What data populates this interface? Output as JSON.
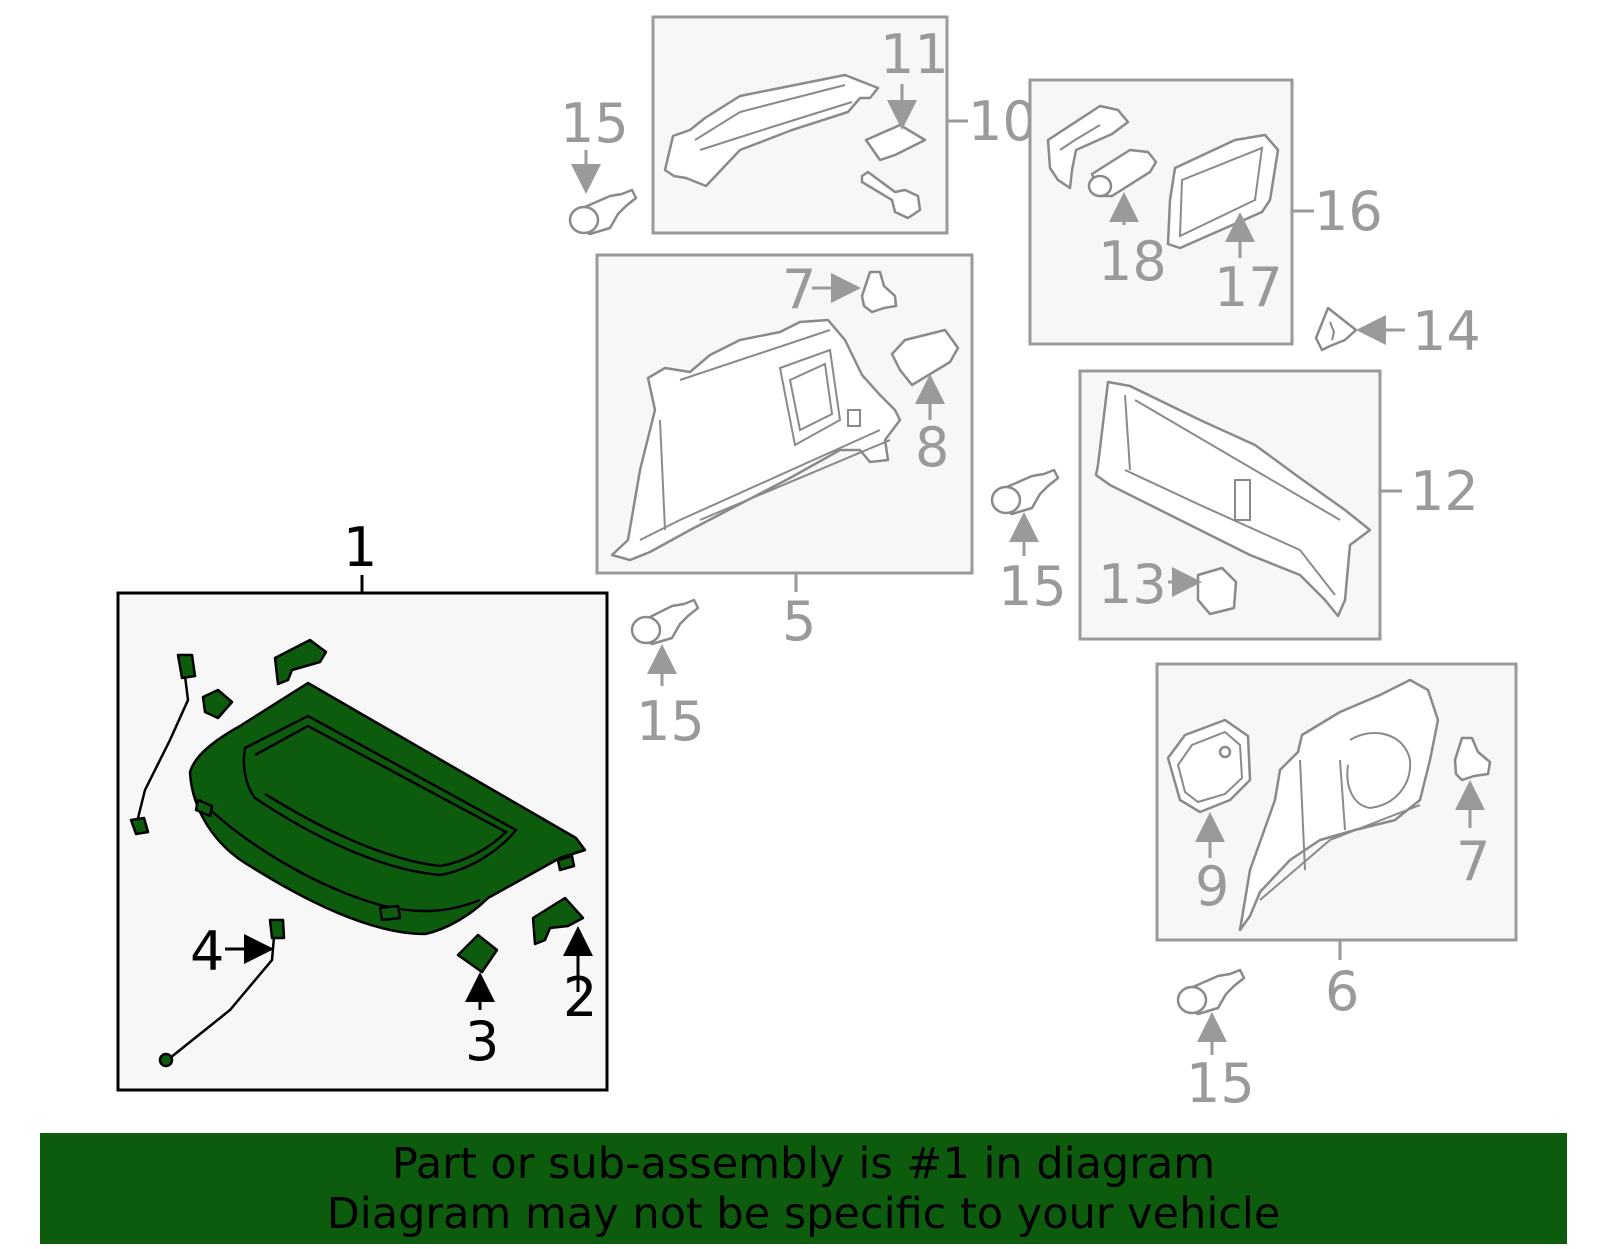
{
  "banner": {
    "line1": "Part or sub-assembly is #1 in diagram",
    "line2": "Diagram may not be specific to your vehicle",
    "color": "#0d5c0d"
  },
  "highlight_color": "#0d5c0d",
  "callouts": {
    "c1": "1",
    "c2": "2",
    "c3": "3",
    "c4": "4",
    "c5": "5",
    "c6": "6",
    "c7a": "7",
    "c7b": "7",
    "c8": "8",
    "c9": "9",
    "c10": "10",
    "c11": "11",
    "c12": "12",
    "c13": "13",
    "c14": "14",
    "c15a": "15",
    "c15b": "15",
    "c15c": "15",
    "c15d": "15",
    "c16": "16",
    "c17": "17",
    "c18": "18"
  }
}
